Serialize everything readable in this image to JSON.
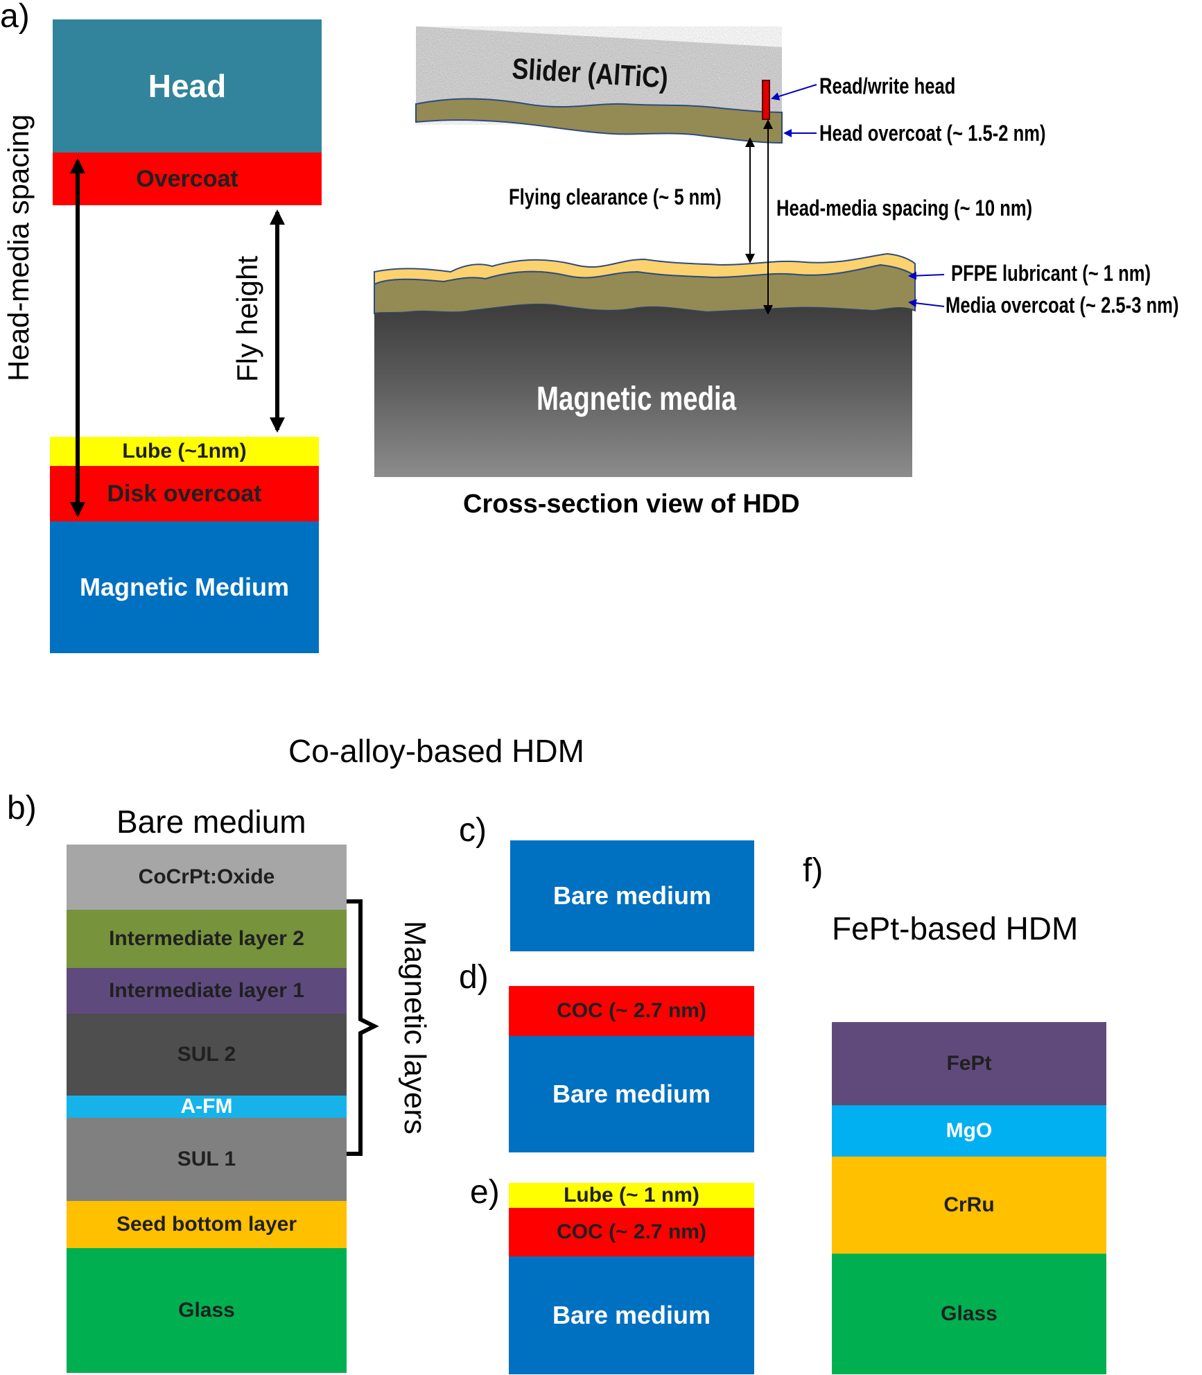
{
  "panel_a": {
    "label": "a)",
    "head": "Head",
    "overcoat": "Overcoat",
    "lube": "Lube (~1nm)",
    "disk_overcoat": "Disk overcoat",
    "magnetic_medium": "Magnetic Medium",
    "head_media_spacing": "Head-media spacing",
    "fly_height": "Fly height",
    "colors": {
      "head": "#31849b",
      "overcoat": "#ff0000",
      "lube": "#ffff00",
      "medium": "#0070c0"
    }
  },
  "cross_section": {
    "slider": "Slider (AlTiC)",
    "read_write_head": "Read/write head",
    "head_overcoat": "Head overcoat (~ 1.5-2 nm)",
    "flying_clearance": "Flying clearance (~ 5 nm)",
    "head_media_spacing": "Head-media spacing (~ 10 nm)",
    "pfpe_lubricant": "PFPE lubricant (~ 1 nm)",
    "media_overcoat": "Media overcoat (~ 2.5-3 nm)",
    "magnetic_media": "Magnetic media",
    "caption": "Cross-section view of HDD"
  },
  "co_alloy_title": "Co-alloy-based HDM",
  "panel_b": {
    "label": "b)",
    "title": "Bare medium",
    "layers": [
      "CoCrPt:Oxide",
      "Intermediate layer 2",
      "Intermediate layer 1",
      "SUL 2",
      "A-FM",
      "SUL 1",
      "Seed bottom layer",
      "Glass"
    ],
    "magnetic_layers": "Magnetic layers"
  },
  "panel_c": {
    "label": "c)",
    "bare": "Bare medium"
  },
  "panel_d": {
    "label": "d)",
    "coc": "COC (~ 2.7 nm)",
    "bare": "Bare medium"
  },
  "panel_e": {
    "label": "e)",
    "lube": "Lube (~ 1 nm)",
    "coc": "COC (~ 2.7 nm)",
    "bare": "Bare medium"
  },
  "panel_f": {
    "label": "f)",
    "title": "FePt-based HDM",
    "layers": [
      "FePt",
      "MgO",
      "CrRu",
      "Glass"
    ]
  }
}
